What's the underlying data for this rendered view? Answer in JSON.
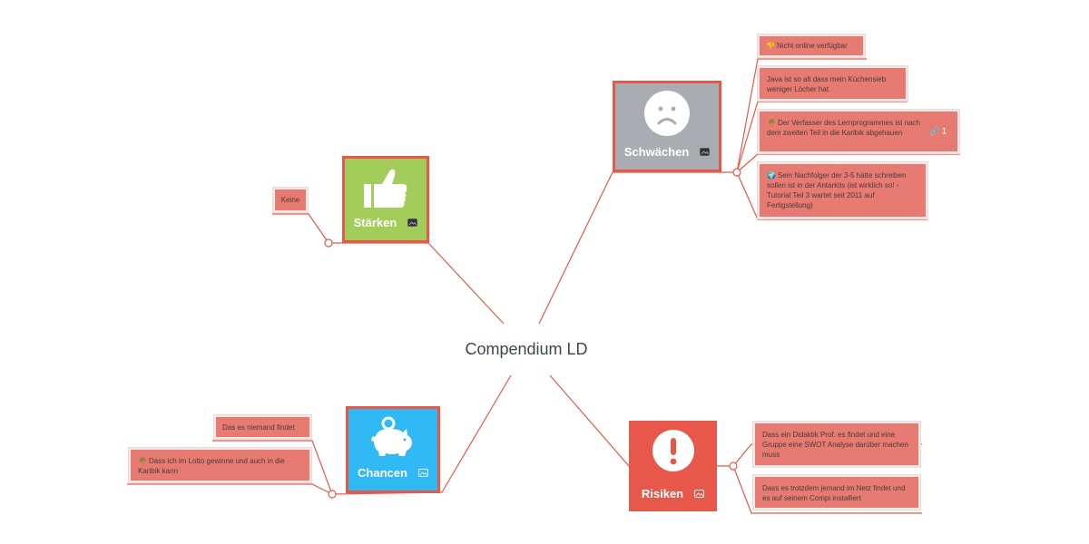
{
  "map": {
    "central_topic": "Compendium LD",
    "line_color": "#e8584a",
    "topics": {
      "staerken": {
        "label": "Stärken",
        "icon": "thumbs-up-icon",
        "color": "#a3cd5b",
        "image_badge": "image-icon",
        "children": [
          {
            "text": "Keine"
          }
        ]
      },
      "schwaechen": {
        "label": "Schwächen",
        "icon": "sad-face-icon",
        "color": "#a9adb1",
        "image_badge": "image-icon",
        "children": [
          {
            "emoji": "👎",
            "text": "Nicht online verfügbar"
          },
          {
            "text": "Java ist so alt dass mein Küchensieb weniger Löcher hat"
          },
          {
            "emoji": "🌴",
            "text": "Der Verfasser des Lernprogrammes ist nach dem zweiten Teil in die Karibik abgehauen",
            "link_count": "1"
          },
          {
            "emoji": "🌍",
            "text": "Sein Nachfolger der 3-5 hätte schreiben sollen ist in der Antarktis (ist wirklich so! - Tutorial Teil 3 wartet seit 2011 auf Fertigstellung)"
          }
        ]
      },
      "chancen": {
        "label": "Chancen",
        "icon": "piggy-bank-icon",
        "color": "#31b9f5",
        "image_badge": "image-icon",
        "children": [
          {
            "text": "Das es niemand findet"
          },
          {
            "emoji": "🌴",
            "text": "Dass ich im Lotto gewinne und auch in die Karibik kann"
          }
        ]
      },
      "risiken": {
        "label": "Risiken",
        "icon": "exclamation-icon",
        "color": "#e8584a",
        "image_badge": "image-icon",
        "children": [
          {
            "text": "Dass ein Didaktik Prof. es findet und eine Gruppe eine SWOT Analyse darüber machen muss"
          },
          {
            "text": "Dass es trotzdem jemand im Netz findet und es auf seinem Compi installiert"
          }
        ]
      }
    }
  }
}
